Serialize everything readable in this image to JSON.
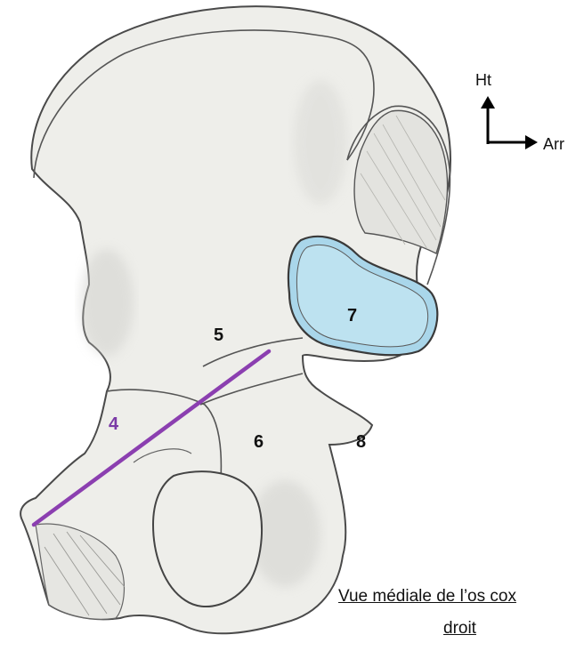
{
  "orientation": {
    "up_label": "Ht",
    "back_label": "Arr"
  },
  "labels": {
    "l4": "4",
    "l5": "5",
    "l6": "6",
    "l7": "7",
    "l8": "8"
  },
  "caption": {
    "line1": "Vue médiale de l’os cox",
    "line2": "droit"
  },
  "colors": {
    "bone_fill": "#eeeeea",
    "outline": "#4a4a4a",
    "highlight_blue": "#a9d6ea",
    "measure_line": "#8b3fb0",
    "label_4": "#7a3aa6"
  }
}
